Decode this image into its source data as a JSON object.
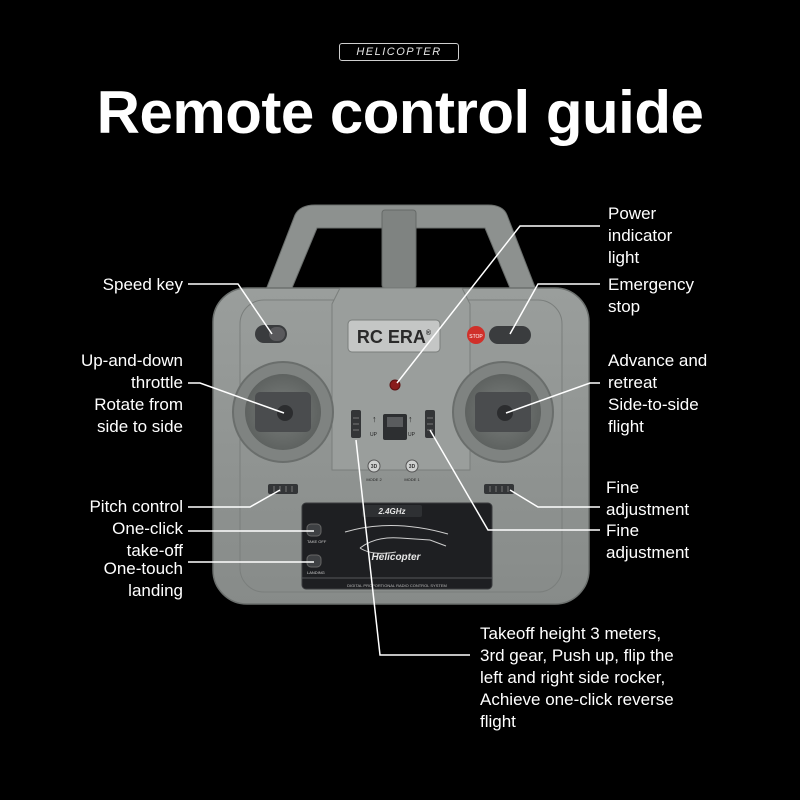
{
  "header": {
    "badge": "HELICOPTER",
    "title": "Remote control guide"
  },
  "device": {
    "brand": "RC ERA",
    "registered_mark": "®",
    "stop_label": "STOP",
    "frequency": "2.4GHz",
    "model_name": "Helicopter",
    "footer_text": "DIGITAL PROPORTIONAL RADIO CONTROL SYSTEM",
    "takeoff_label": "TAKE OFF",
    "landing_label": "LANDING",
    "mode2_label": "MODE 2",
    "mode1_label": "MODE 1",
    "up_label": "UP"
  },
  "callouts": {
    "power_indicator": "Power\nindicator\nlight",
    "speed_key": "Speed key",
    "emergency_stop": "Emergency\nstop",
    "up_down_throttle": "Up-and-down\nthrottle\nRotate from\nside to side",
    "advance_retreat": "Advance and\nretreat\nSide-to-side\nflight",
    "pitch_control": "Pitch control",
    "one_click_takeoff": "One-click\ntake-off",
    "one_touch_landing": "One-touch\nlanding",
    "fine_adjustment_1": "Fine\nadjustment",
    "fine_adjustment_2": "Fine\nadjustment",
    "takeoff_height": "Takeoff height 3 meters,\n3rd gear, Push up, flip the\nleft and right side rocker,\nAchieve one-click reverse\nflight"
  },
  "colors": {
    "background": "#000000",
    "body": "#8f9391",
    "body_dark": "#6f7371",
    "panel": "#1e1f22",
    "stop_red": "#d0302a",
    "power_led": "#8a1c1c",
    "text": "#ffffff"
  }
}
